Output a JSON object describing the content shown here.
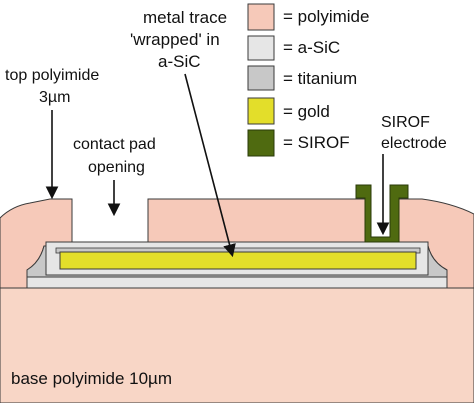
{
  "colors": {
    "polyimide": "#f6c9b9",
    "polyimide_base": "#f8d6c6",
    "asic": "#e6e6e6",
    "titanium": "#c8c8c8",
    "gold": "#e3de2a",
    "sirof": "#4f6a10",
    "outline": "#3a3a3a"
  },
  "legend": {
    "items": [
      {
        "key": "polyimide",
        "label": "= polyimide"
      },
      {
        "key": "asic",
        "label": "= a-SiC"
      },
      {
        "key": "titanium",
        "label": "= titanium"
      },
      {
        "key": "gold",
        "label": "= gold"
      },
      {
        "key": "sirof",
        "label": "= SIROF"
      }
    ]
  },
  "annotations": {
    "metal_trace": {
      "line1": "metal trace",
      "line2": "'wrapped' in",
      "line3": "a-SiC"
    },
    "top_polyimide": {
      "line1": "top polyimide",
      "line2": "3µm"
    },
    "contact_pad": {
      "line1": "contact pad",
      "line2": "opening"
    },
    "sirof_electrode": {
      "line1": "SIROF",
      "line2": "electrode"
    },
    "base_polyimide": {
      "label": "base polyimide 10µm"
    }
  }
}
